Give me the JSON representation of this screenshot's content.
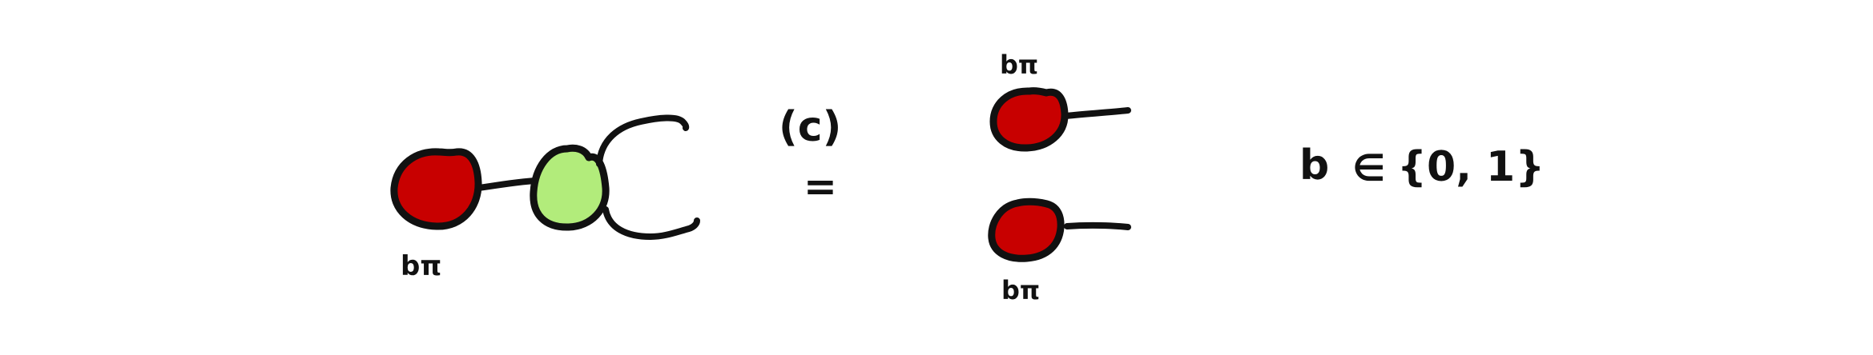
{
  "colors": {
    "ink": "#111111",
    "red_spider": "#c80000",
    "green_spider": "#b2ec7b",
    "background": "#ffffff"
  },
  "lhs": {
    "red_spider_phase": "bπ",
    "green_spider_phase": ""
  },
  "rule_label": "(c)",
  "equals": "=",
  "rhs": {
    "top_spider_phase": "bπ",
    "bottom_spider_phase": "bπ"
  },
  "condition": {
    "variable": "b",
    "member_of": "∈",
    "set": "{0, 1}"
  }
}
